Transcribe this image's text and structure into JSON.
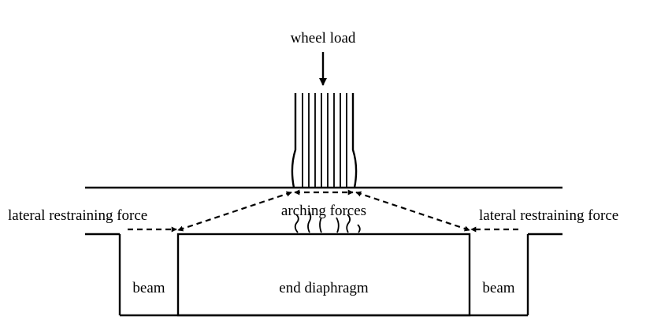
{
  "labels": {
    "wheel_load": "wheel load",
    "arching_forces": "arching forces",
    "lateral_left": "lateral restraining force",
    "lateral_right": "lateral restraining force",
    "beam_left": "beam",
    "beam_right": "beam",
    "end_diaphragm": "end diaphragm"
  },
  "colors": {
    "ink": "#000000",
    "background": "#ffffff"
  }
}
